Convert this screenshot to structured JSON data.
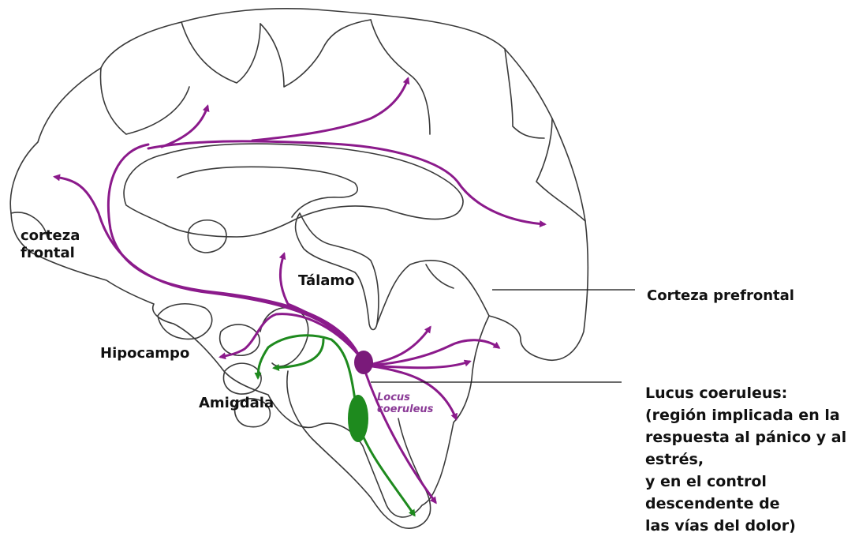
{
  "labels": {
    "corteza_frontal": [
      "corteza",
      "frontal"
    ],
    "talamo": "Tálamo",
    "corteza_prefrontal": "Corteza prefrontal",
    "hipocampo": "Hipocampo",
    "amigdala": "Amigdala",
    "locus_tag": [
      "Locus",
      "coeruleus"
    ],
    "lucus_description": [
      "Lucus  coeruleus:",
      "(región implicada en la",
      "respuesta al pánico y al",
      "estrés,",
      "y en el control",
      "descendente de",
      "las vías del dolor)"
    ]
  },
  "colors": {
    "outline": "#3a3a3a",
    "noradrenergic_pathway": "#8b1a8b",
    "serotonergic_pathway": "#1e8a1e"
  }
}
